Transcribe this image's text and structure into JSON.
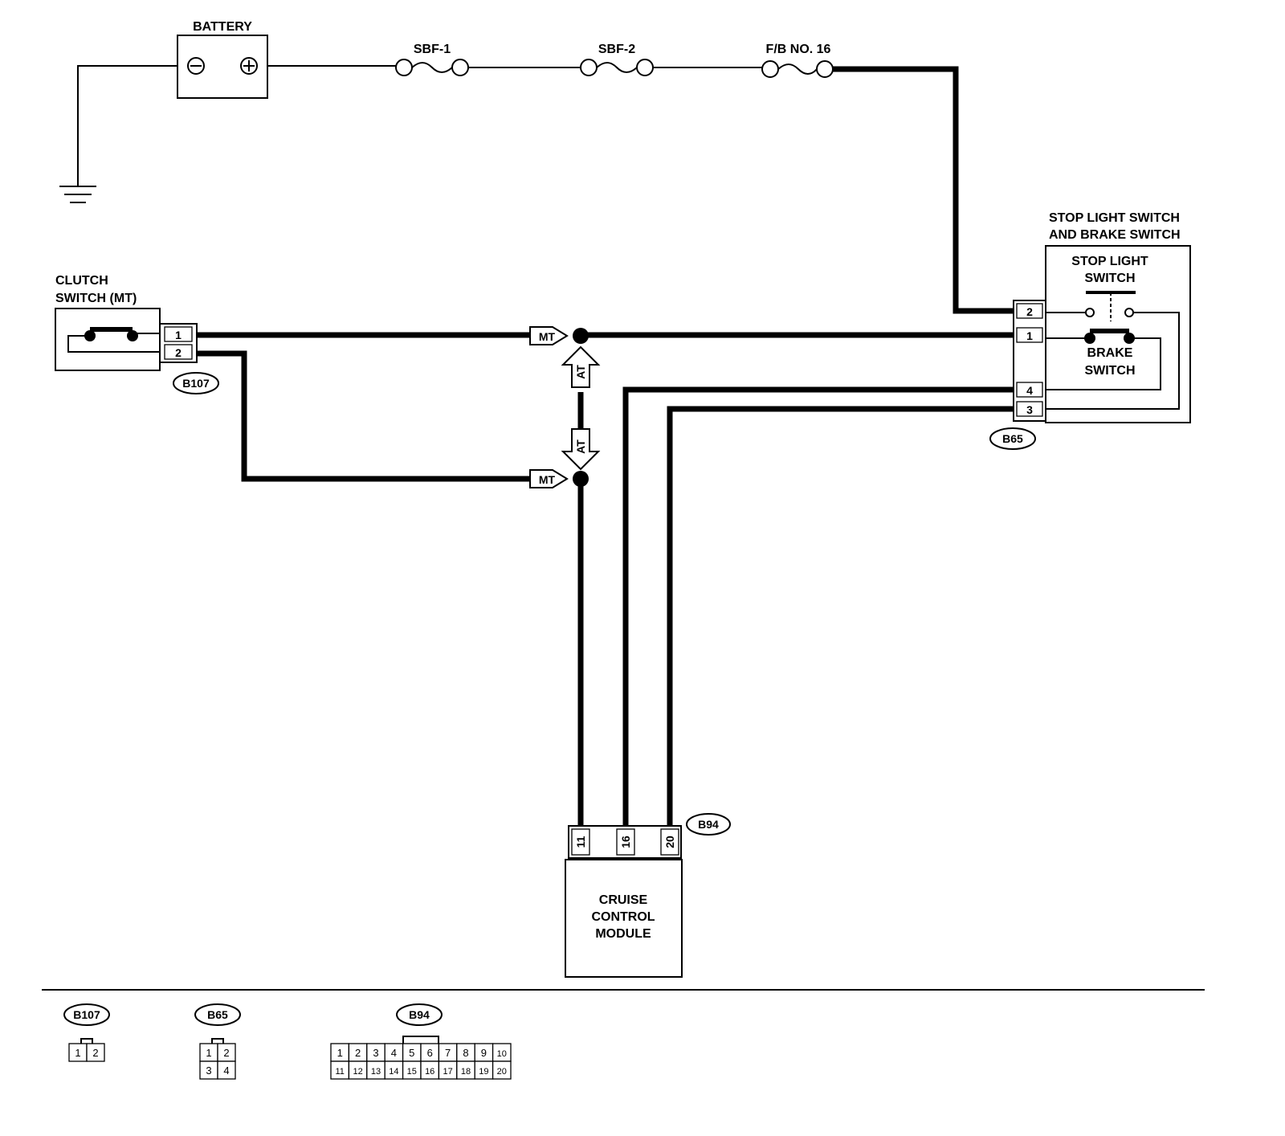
{
  "components": {
    "battery": "BATTERY",
    "sbf1": "SBF-1",
    "sbf2": "SBF-2",
    "fb16": "F/B NO. 16",
    "stop_title_1": "STOP LIGHT SWITCH",
    "stop_title_2": "AND BRAKE SWITCH",
    "stop_light_1": "STOP LIGHT",
    "stop_light_2": "SWITCH",
    "brake_1": "BRAKE",
    "brake_2": "SWITCH",
    "clutch_1": "CLUTCH",
    "clutch_2": "SWITCH (MT)",
    "ccm_1": "CRUISE",
    "ccm_2": "CONTROL",
    "ccm_3": "MODULE"
  },
  "connectors": {
    "b107": "B107",
    "b65": "B65",
    "b94": "B94"
  },
  "branch_tags": {
    "mt": "MT",
    "at": "AT"
  },
  "pins": {
    "b107": [
      "1",
      "2"
    ],
    "b65": [
      "2",
      "1",
      "4",
      "3"
    ],
    "b94": [
      "11",
      "16",
      "20"
    ]
  },
  "legend": {
    "b107_cells": [
      "1",
      "2"
    ],
    "b65_cells": [
      "1",
      "2",
      "3",
      "4"
    ],
    "b94_cells": [
      "1",
      "2",
      "3",
      "4",
      "5",
      "6",
      "7",
      "8",
      "9",
      "10",
      "11",
      "12",
      "13",
      "14",
      "15",
      "16",
      "17",
      "18",
      "19",
      "20"
    ]
  }
}
